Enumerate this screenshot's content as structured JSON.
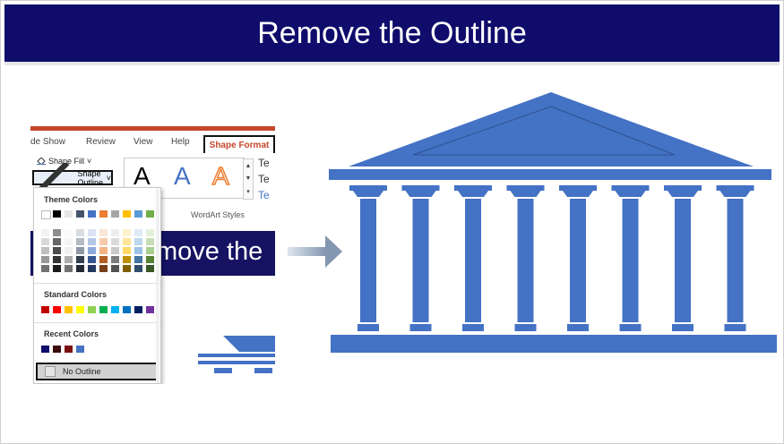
{
  "banner": {
    "title": "Remove the Outline"
  },
  "ribbon": {
    "tabs": [
      "de Show",
      "Review",
      "View",
      "Help"
    ],
    "active_tab": "Shape Format",
    "shape_fill": "Shape Fill",
    "shape_outline": "Shape Outline",
    "wordart_label": "WordArt Styles",
    "text_buttons": [
      "Te",
      "Te",
      "Te"
    ],
    "wordart_letters": [
      "A",
      "A",
      "A"
    ]
  },
  "dropdown": {
    "theme_title": "Theme Colors",
    "standard_title": "Standard Colors",
    "recent_title": "Recent Colors",
    "no_outline_label": "No Outline",
    "theme_top": [
      "#ffffff",
      "#000000",
      "#e7e6e6",
      "#44546a",
      "#4472c4",
      "#ed7d31",
      "#a5a5a5",
      "#ffc000",
      "#5b9bd5",
      "#70ad47"
    ],
    "standard": [
      "#c00000",
      "#ff0000",
      "#ffc000",
      "#ffff00",
      "#92d050",
      "#00b050",
      "#00b0f0",
      "#0070c0",
      "#002060",
      "#7030a0"
    ],
    "recent": [
      "#0f0c6b",
      "#3b0a0a",
      "#7a0f0f",
      "#4472c4"
    ]
  },
  "background_slide_text": "move the",
  "colors": {
    "banner": "#0f0c6b",
    "temple": "#4472c4",
    "accent_tab": "#c4472b"
  }
}
